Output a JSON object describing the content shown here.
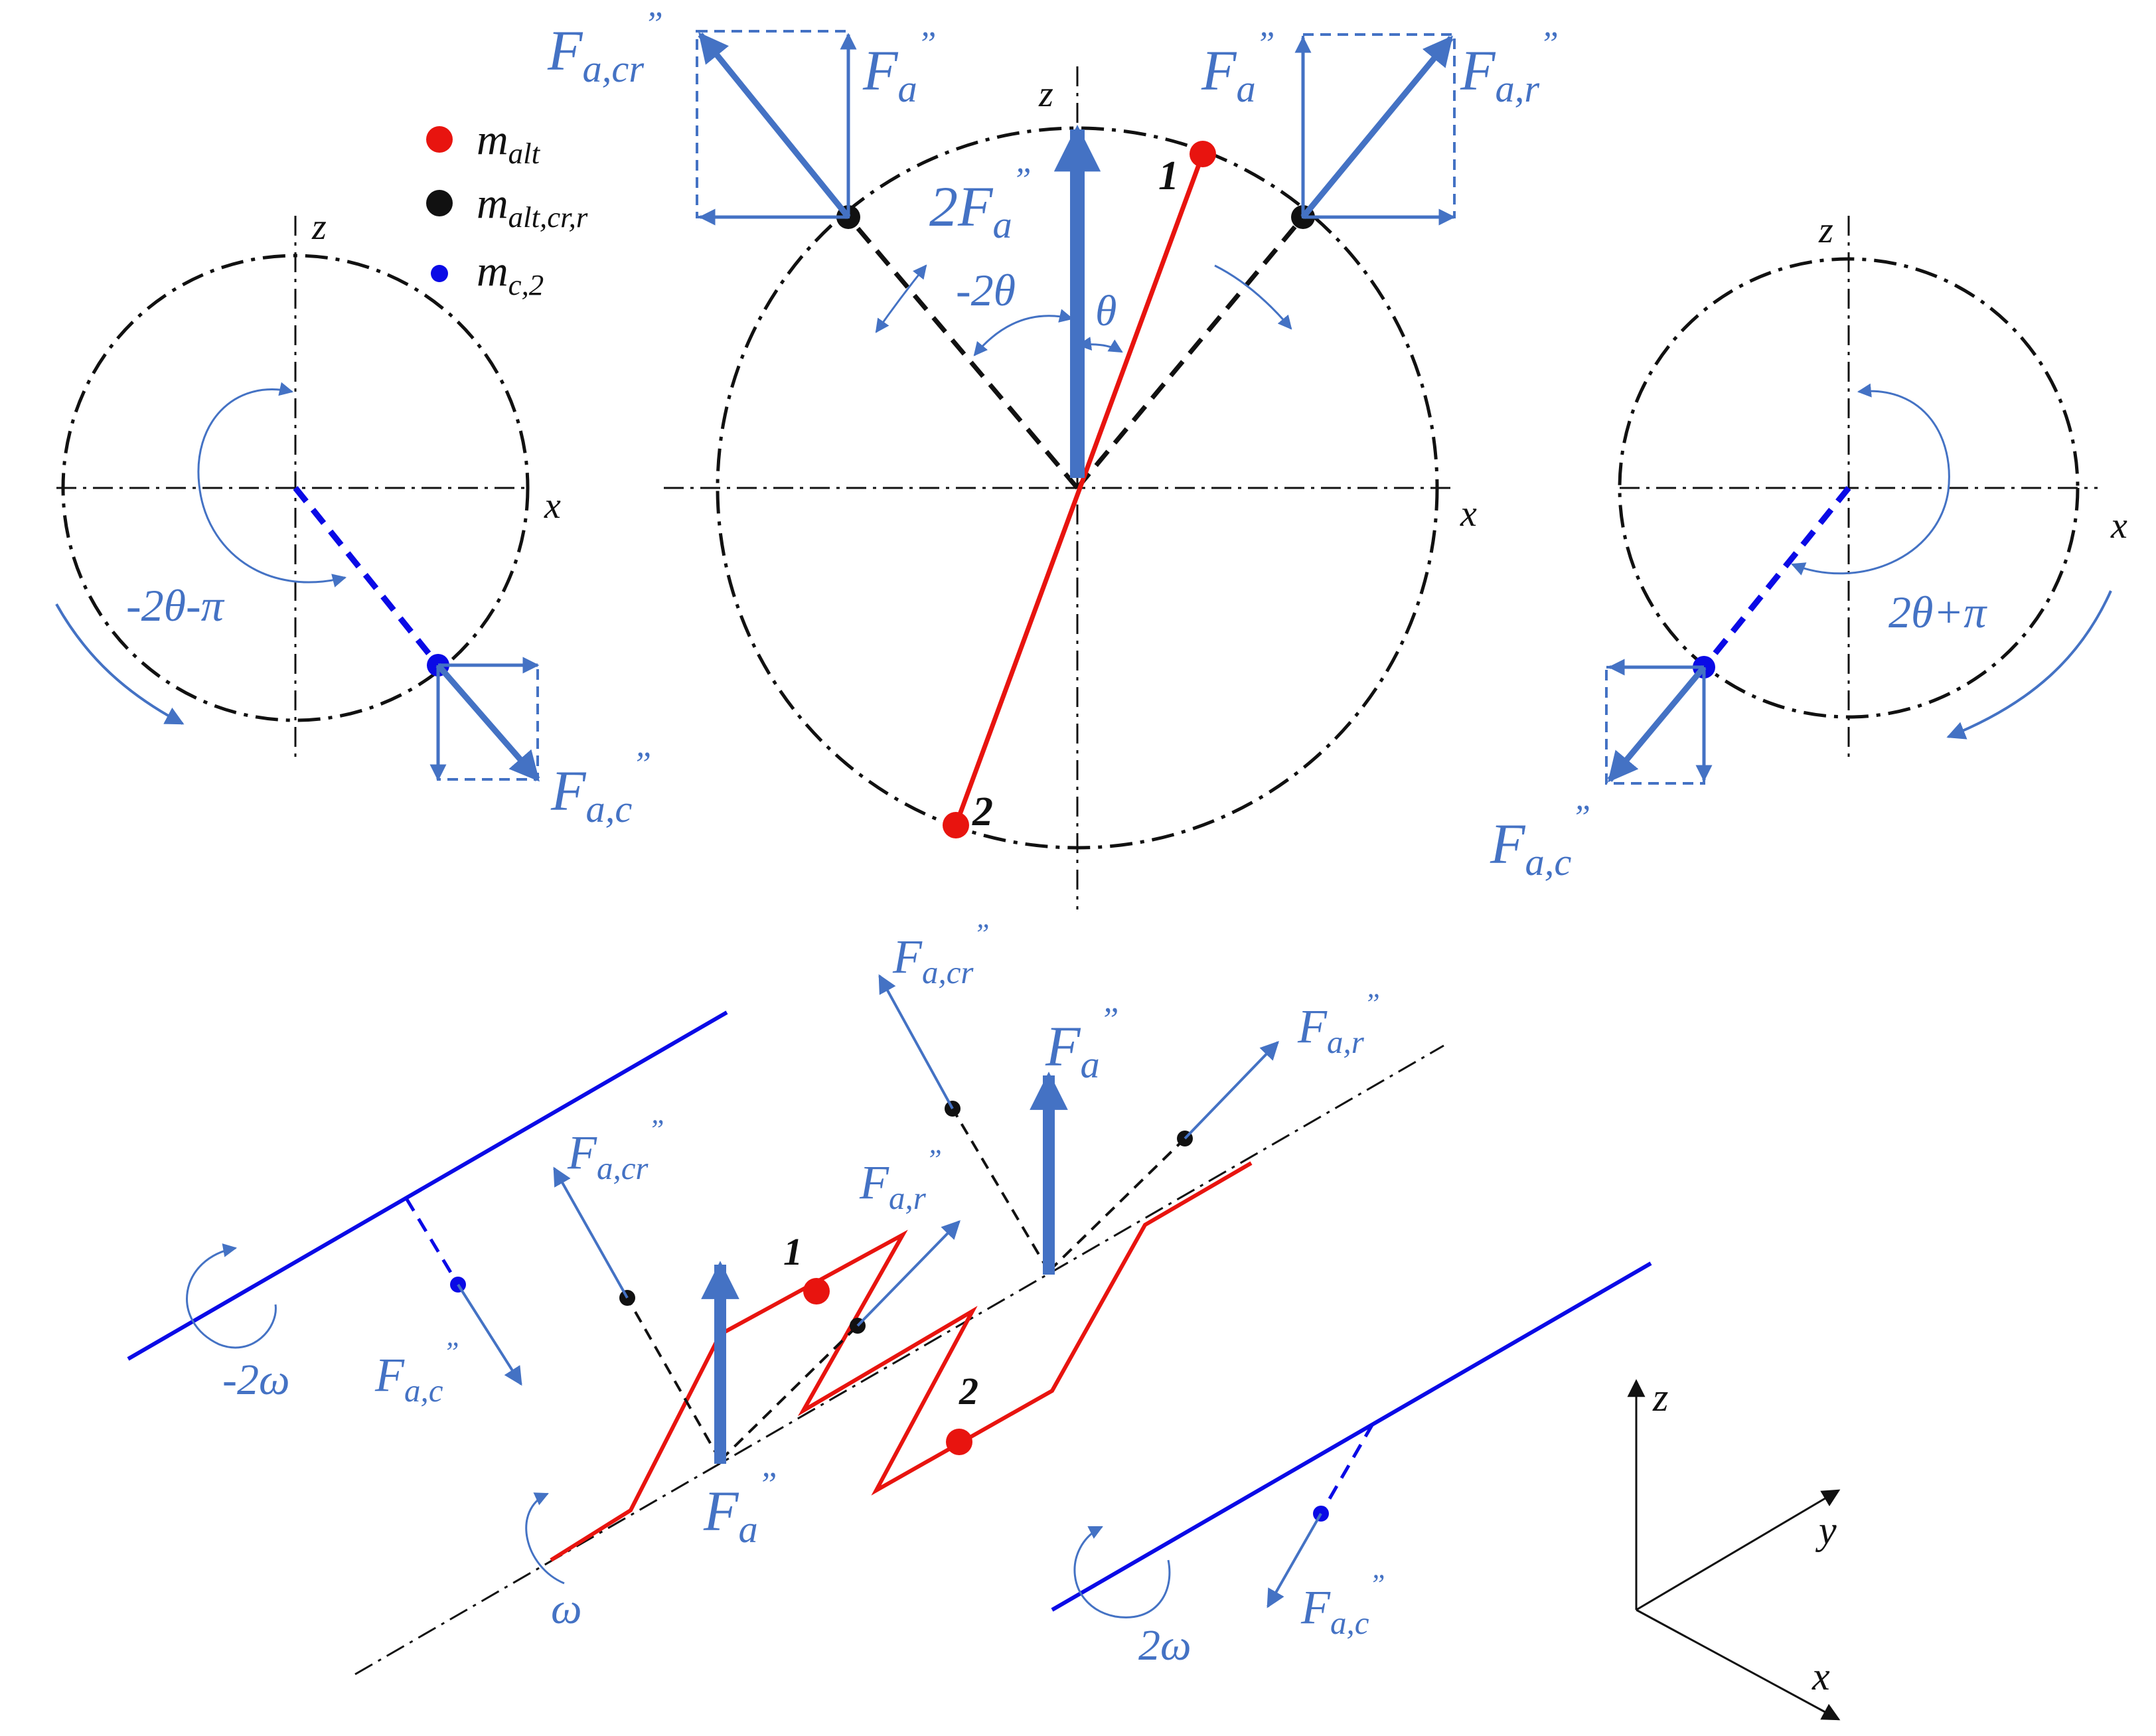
{
  "colors": {
    "force": "#4472c4",
    "crank": "#e8140f",
    "counterweight": "#0a0ae6",
    "ink": "#111111"
  },
  "legend": [
    {
      "symbol": "m",
      "sub": "alt",
      "color": "#e8140f"
    },
    {
      "symbol": "m",
      "sub": "alt,cr,r",
      "color": "#111111"
    },
    {
      "symbol": "m",
      "sub": "c,2",
      "color": "#0a0ae6"
    }
  ],
  "axes": {
    "x": "x",
    "y": "y",
    "z": "z"
  },
  "forces": {
    "F": "F",
    "a": "a",
    "a_cr": "a,cr",
    "a_r": "a,r",
    "a_c": "a,c",
    "double_pref": "2",
    "prime": "”"
  },
  "angles": {
    "theta": "θ",
    "minus_two_theta": "-2θ",
    "minus_two_theta_minus_pi": "-2θ-π",
    "two_theta_plus_pi": "2θ+π"
  },
  "speeds": {
    "omega": "ω",
    "minus_two_omega": "-2ω",
    "two_omega": "2ω"
  },
  "points": {
    "one": "1",
    "two": "2"
  }
}
